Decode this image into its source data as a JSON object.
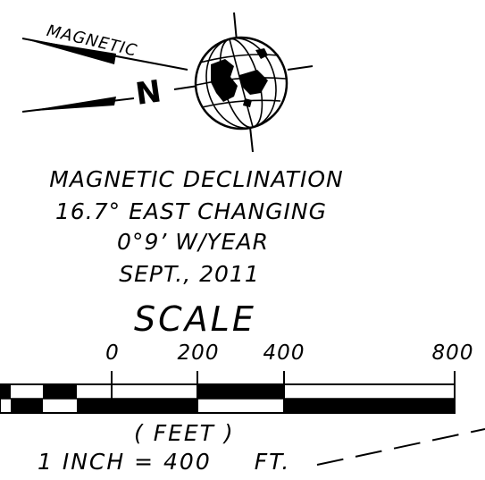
{
  "north_arrow": {
    "magnetic_label": "MAGNETIC",
    "north_symbol": "N",
    "icons": [
      "magnetic-arrow-icon",
      "true-north-arrow-icon",
      "globe-icon"
    ]
  },
  "declination": {
    "line1": "MAGNETIC DECLINATION",
    "line2": "16.7° EAST CHANGING",
    "line3": "0°9’ W/YEAR",
    "line4": "SEPT., 2011"
  },
  "scale": {
    "title": "SCALE",
    "ticks": [
      "0",
      "200",
      "400",
      "800"
    ],
    "unit": "( FEET )",
    "ratio_prefix": "1 INCH = 400",
    "ratio_unit": "FT."
  }
}
